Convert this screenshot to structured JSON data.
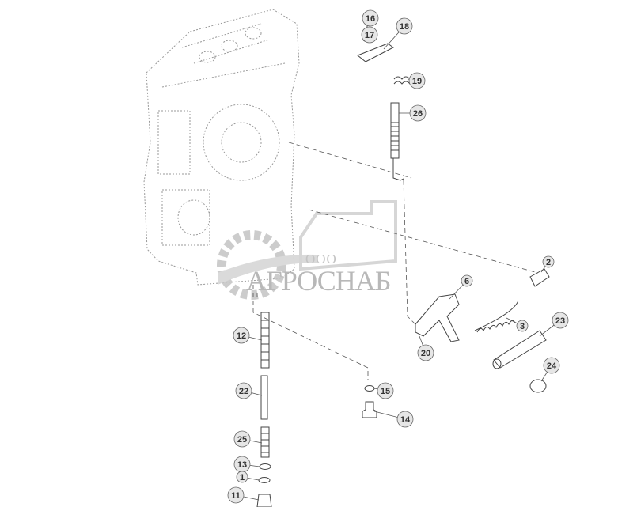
{
  "diagram": {
    "callouts": [
      "16",
      "17",
      "18",
      "19",
      "26",
      "2",
      "6",
      "3",
      "23",
      "24",
      "20",
      "12",
      "22",
      "15",
      "14",
      "25",
      "13",
      "1",
      "11"
    ]
  },
  "watermark": {
    "prefix": "ООО",
    "name": "АГРОСНАБ"
  },
  "colors": {
    "callout_fill": "#e6e6e6",
    "callout_stroke": "#666666",
    "line": "#555555",
    "watermark": "#bdbdbd"
  }
}
